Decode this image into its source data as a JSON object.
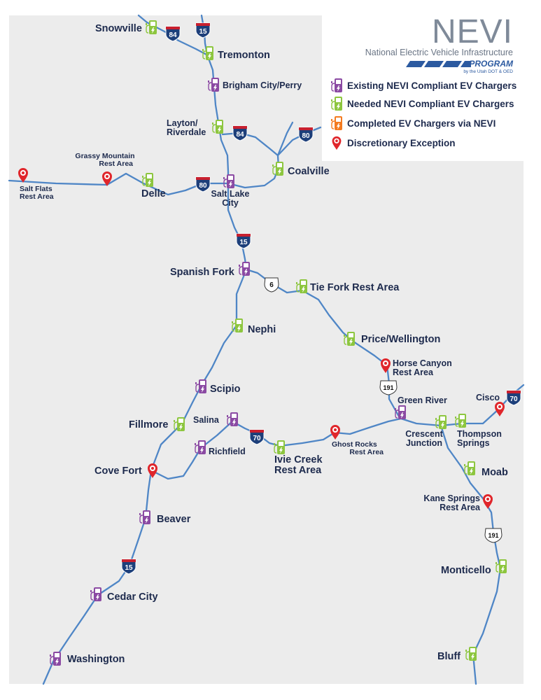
{
  "header": {
    "title": "NEVI",
    "subtitle": "National Electric Vehicle Infrastructure",
    "program": "PROGRAM",
    "by_line": "by the Utah DOT & OED"
  },
  "legend": {
    "existing": "Existing NEVI Compliant EV Chargers",
    "needed": "Needed NEVI Compliant EV Chargers",
    "completed": "Completed EV Chargers via NEVI",
    "exception": "Discretionary Exception"
  },
  "colors": {
    "existing": "#8b4aa3",
    "needed": "#8dc63f",
    "completed": "#f47b20",
    "exception": "#e0262b",
    "road": "#4f86c6",
    "land": "#ececec"
  },
  "highways": {
    "i84_a": "84",
    "i84_b": "84",
    "i15_a": "15",
    "i15_b": "15",
    "i15_c": "15",
    "i80_a": "80",
    "i80_b": "80",
    "i70_a": "70",
    "i70_b": "70",
    "us6": "6",
    "us191_a": "191",
    "us191_b": "191"
  },
  "locations": {
    "snowville": "Snowville",
    "tremonton": "Tremonton",
    "brigham": "Brigham City/Perry",
    "layton1": "Layton/",
    "layton2": "Riverdale",
    "coalville": "Coalville",
    "grassy1": "Grassy Mountain",
    "grassy2": "Rest Area",
    "saltflats1": "Salt Flats",
    "saltflats2": "Rest Area",
    "delle": "Delle",
    "slc1": "Salt Lake",
    "slc2": "City",
    "spanish_fork": "Spanish Fork",
    "tie_fork": "Tie Fork Rest Area",
    "nephi": "Nephi",
    "price": "Price/Wellington",
    "horse1": "Horse Canyon",
    "horse2": "Rest Area",
    "scipio": "Scipio",
    "green_river": "Green River",
    "cisco": "Cisco",
    "fillmore": "Fillmore",
    "salina": "Salina",
    "richfield": "Richfield",
    "ghost1": "Ghost Rocks",
    "ghost2": "Rest Area",
    "crescent1": "Crescent",
    "crescent2": "Junction",
    "thompson1": "Thompson",
    "thompson2": "Springs",
    "cove_fort": "Cove Fort",
    "ivie1": "Ivie Creek",
    "ivie2": "Rest Area",
    "moab": "Moab",
    "kane1": "Kane Springs",
    "kane2": "Rest Area",
    "beaver": "Beaver",
    "monticello": "Monticello",
    "cedar": "Cedar City",
    "washington": "Washington",
    "bluff": "Bluff"
  }
}
